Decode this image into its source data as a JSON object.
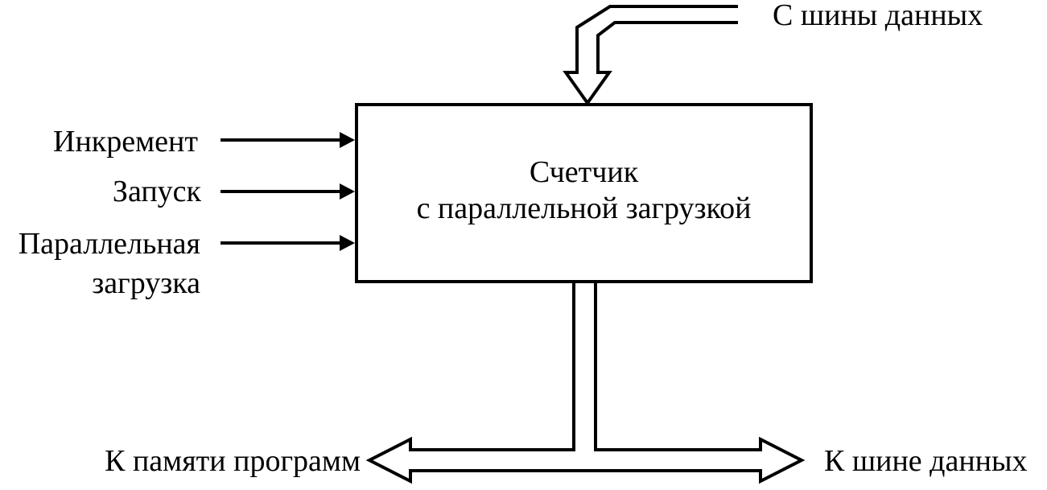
{
  "block": {
    "title_line1": "Счетчик",
    "title_line2": "с параллельной загрузкой"
  },
  "inputs": {
    "data_bus_in": "С шины данных",
    "increment": "Инкремент",
    "start": "Запуск",
    "parallel_load_line1": "Параллельная",
    "parallel_load_line2": "загрузка"
  },
  "outputs": {
    "to_program_memory": "К памяти программ",
    "to_data_bus": "К шине данных"
  },
  "colors": {
    "stroke": "#000000",
    "background": "#ffffff"
  }
}
